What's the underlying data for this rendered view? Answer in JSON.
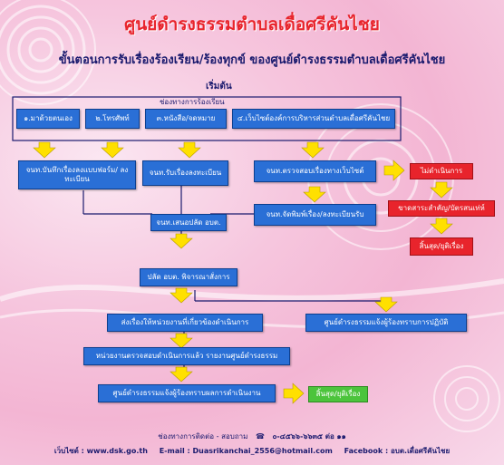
{
  "title": "ศูนย์ดำรงธรรมตำบลเดื่อศรีคันไชย",
  "subtitle": "ขั้นตอนการรับเรื่องร้องเรียน/ร้องทุกข์ ของศูนย์ดำรงธรรมตำบลเดื่อศรีคันไชย",
  "start_label": "เริ่มต้น",
  "channels_label": "ช่องทางการร้องเรียน",
  "channels": [
    "๑.มาด้วยตนเอง",
    "๒.โทรศัพท์",
    "๓.หนังสือ/จดหมาย",
    "๔.เว็บไซต์องค์การบริหารส่วนตำบลเดื่อศรีคันไชย"
  ],
  "steps": {
    "record_form": "จนท.บันทึกเรื่องลงแบบฟอร์ม/ ลงทะเบียน",
    "receive_register": "จนท.รับเรื่องลงทะเบียน",
    "check_website": "จนท.ตรวจสอบเรื่องทางเว็บไซต์",
    "print_register": "จนท.จัดพิมพ์เรื่อง/ลงทะเบียนรับ",
    "not_act": "ไม่ดำเนินการ",
    "lack_info": "ขาดสาระสำคัญ/บัตรสนเท่ห์",
    "end_left": "สิ้นสุด/ยุติเรื่อง",
    "propose_deputy": "จนท.เสนอปลัด อบต.",
    "deputy_review": "ปลัด อบต. พิจารณาสั่งการ",
    "forward_agency": "ส่งเรื่องให้หน่วยงานที่เกี่ยวข้องดำเนินการ",
    "notify_complainant": "ศูนย์ดำรงธรรมแจ้งผู้ร้องทราบการปฏิบัติ",
    "agency_report": "หน่วยงานตรวจสอบดำเนินการแล้ว รายงานศูนย์ดำรงธรรม",
    "notify_result": "ศูนย์ดำรงธรรมแจ้งผู้ร้องทราบผลการดำเนินงาน",
    "end_final": "สิ้นสุด/ยุติเรื่อง"
  },
  "footer": {
    "contact_label": "ช่องทางการติดต่อ - สอบถาม",
    "phone": "๐-๔๕๖๖-๖๖๓๕ ต่อ ๑๑",
    "website": "เว็บไซต์ : www.dsk.go.th",
    "email": "E-mail : Duasrikanchai_2556@hotmail.com",
    "facebook": "Facebook : อบต.เดื่อศรีคันไชย"
  },
  "colors": {
    "title": "#e8242c",
    "box_blue": "#2a6fd6",
    "box_red": "#e8242c",
    "box_green": "#4cc43c",
    "arrow_yellow": "#ffe000",
    "text_navy": "#1a1a6e"
  }
}
